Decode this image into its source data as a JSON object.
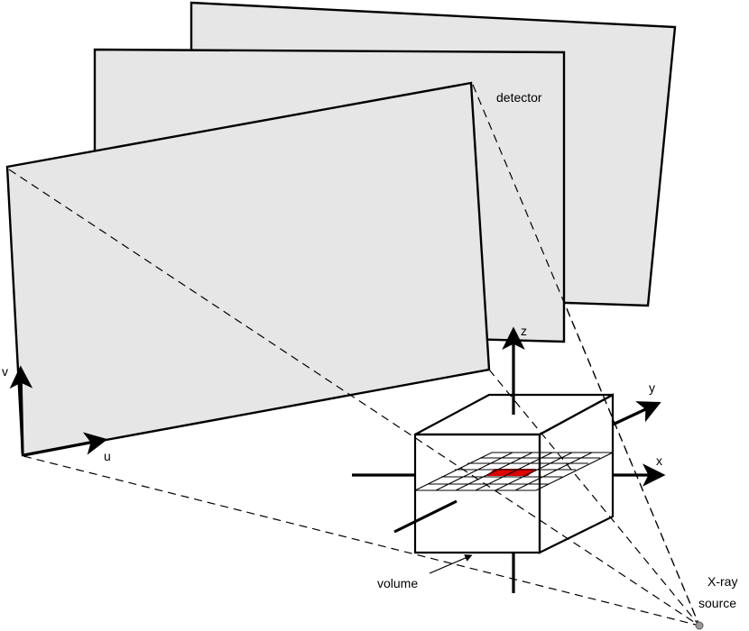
{
  "labels": {
    "detector": "detector",
    "u": "u",
    "v": "v",
    "x": "x",
    "y": "y",
    "z": "z",
    "volume": "volume",
    "source_line1": "X-ray",
    "source_line2": "source"
  },
  "colors": {
    "detector_fill": "#e6e6e6",
    "outline": "#000000",
    "highlighted_voxel": "#e00000",
    "source_point": "#999999"
  }
}
